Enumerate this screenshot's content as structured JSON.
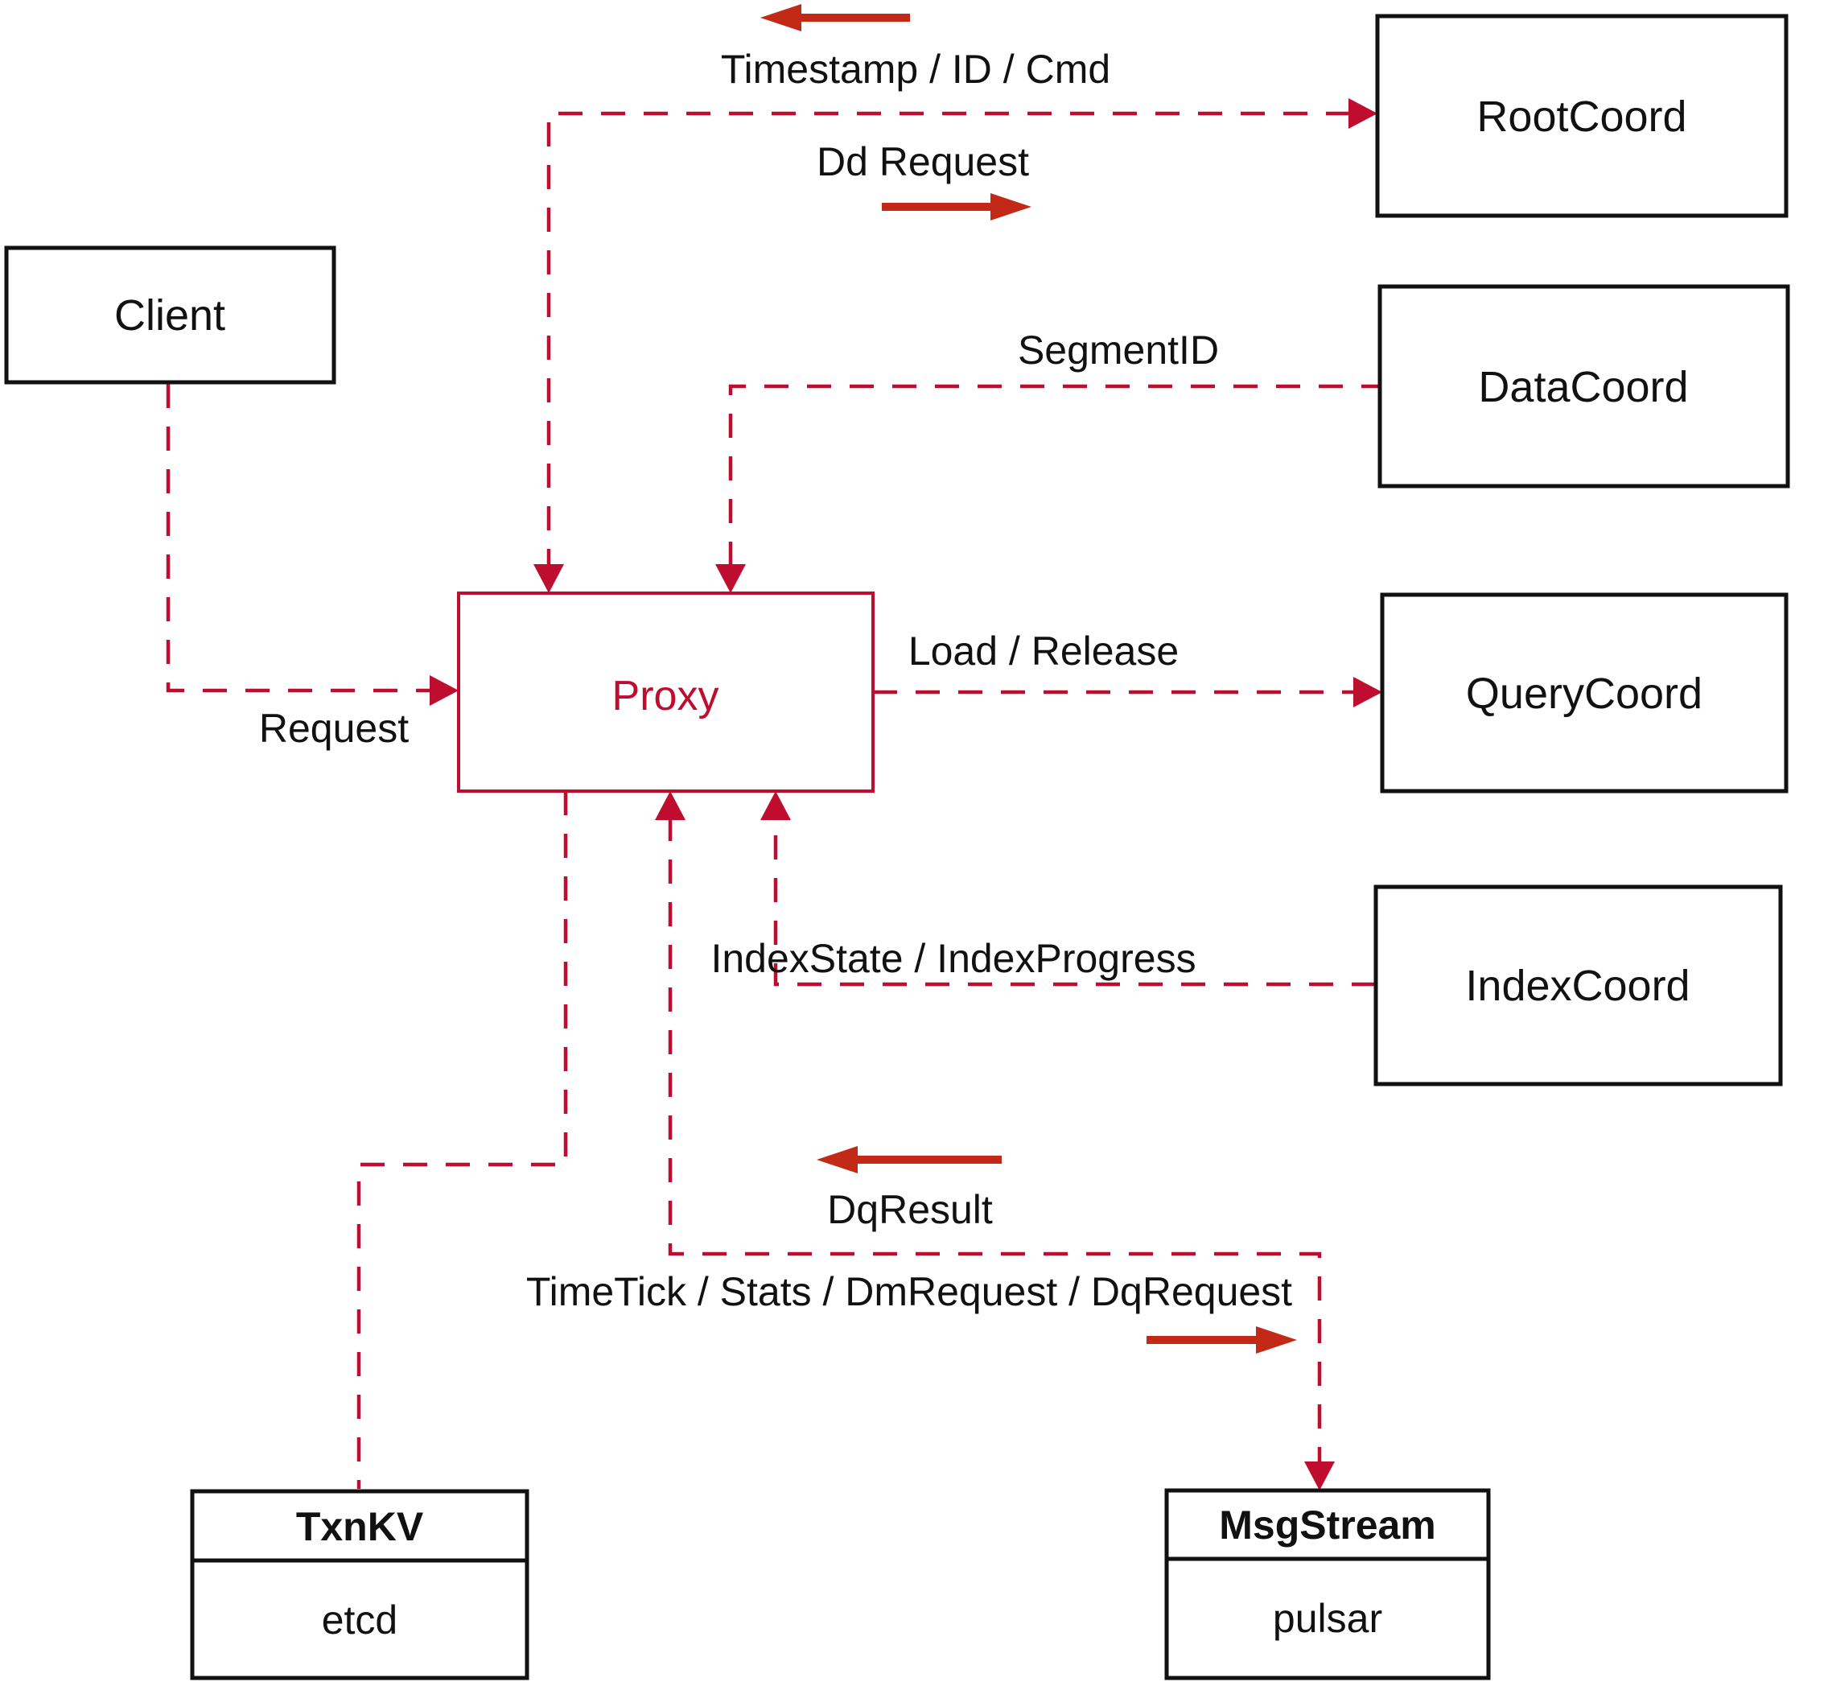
{
  "diagram": {
    "nodes": {
      "client": {
        "label": "Client"
      },
      "root_coord": {
        "label": "RootCoord"
      },
      "data_coord": {
        "label": "DataCoord"
      },
      "query_coord": {
        "label": "QueryCoord"
      },
      "index_coord": {
        "label": "IndexCoord"
      },
      "proxy": {
        "label": "Proxy"
      },
      "txn_kv": {
        "title": "TxnKV",
        "impl": "etcd"
      },
      "msg_stream": {
        "title": "MsgStream",
        "impl": "pulsar"
      }
    },
    "edge_labels": {
      "timestamp": "Timestamp / ID / Cmd",
      "dd_request": "Dd Request",
      "segment_id": "SegmentID",
      "request": "Request",
      "load_release": "Load / Release",
      "index_state": "IndexState / IndexProgress",
      "dq_result": "DqResult",
      "timetick": "TimeTick / Stats / DmRequest / DqRequest"
    },
    "colors": {
      "dashed_line": "#bf0d30",
      "solid_arrow": "#c22a17",
      "box_border": "#111111",
      "text": "#111111",
      "background": "#ffffff"
    }
  }
}
